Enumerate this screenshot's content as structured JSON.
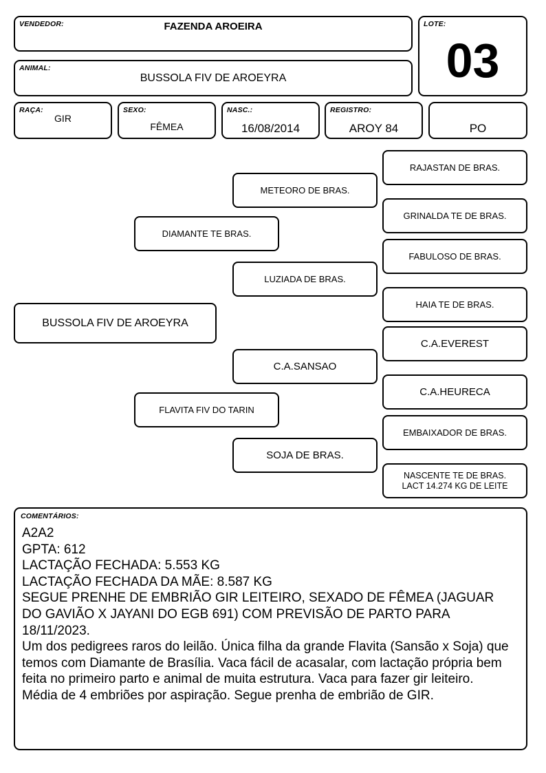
{
  "header": {
    "seller_label": "VENDEDOR:",
    "seller_value": "FAZENDA AROEIRA",
    "lot_label": "LOTE:",
    "lot_value": "03",
    "animal_label": "ANIMAL:",
    "animal_value": "BUSSOLA FIV DE AROEYRA",
    "breed_label": "RAÇA:",
    "breed_value": "GIR",
    "sex_label": "SEXO:",
    "sex_value": "FÊMEA",
    "birth_label": "NASC.:",
    "birth_value": "16/08/2014",
    "registry_label": "REGISTRO:",
    "registry_value": "AROY 84",
    "category_value": "PO"
  },
  "pedigree": {
    "animal": "BUSSOLA FIV DE AROEYRA",
    "sire": "DIAMANTE TE BRAS.",
    "dam": "FLAVITA FIV DO TARIN",
    "sire_sire": "METEORO DE BRAS.",
    "sire_dam": "LUZIADA DE BRAS.",
    "dam_sire": "C.A.SANSAO",
    "dam_dam": "SOJA DE BRAS.",
    "ggp": [
      "RAJASTAN DE BRAS.",
      "GRINALDA TE DE BRAS.",
      "FABULOSO DE BRAS.",
      "HAIA TE DE BRAS.",
      "C.A.EVEREST",
      "C.A.HEURECA",
      "EMBAIXADOR DE BRAS."
    ],
    "ggp_last_line1": "NASCENTE TE DE BRAS.",
    "ggp_last_line2": "LACT 14.274 KG DE LEITE"
  },
  "comments": {
    "label": "COMENTÁRIOS:",
    "text": "A2A2\nGPTA: 612\nLACTAÇÃO FECHADA: 5.553 KG\nLACTAÇÃO FECHADA DA MÃE: 8.587 KG\nSEGUE PRENHE DE EMBRIÃO GIR LEITEIRO, SEXADO DE FÊMEA (JAGUAR DO GAVIÃO X JAYANI DO EGB 691) COM PREVISÃO DE PARTO PARA 18/11/2023.\nUm dos pedigrees raros do leilão. Única filha da grande Flavita (Sansão x Soja) que temos com Diamante de Brasília. Vaca fácil de acasalar, com lactação própria bem feita no primeiro parto e animal de muita estrutura. Vaca para fazer gir leiteiro. Média de 4 embriões por aspiração. Segue prenha de embrião de GIR."
  }
}
